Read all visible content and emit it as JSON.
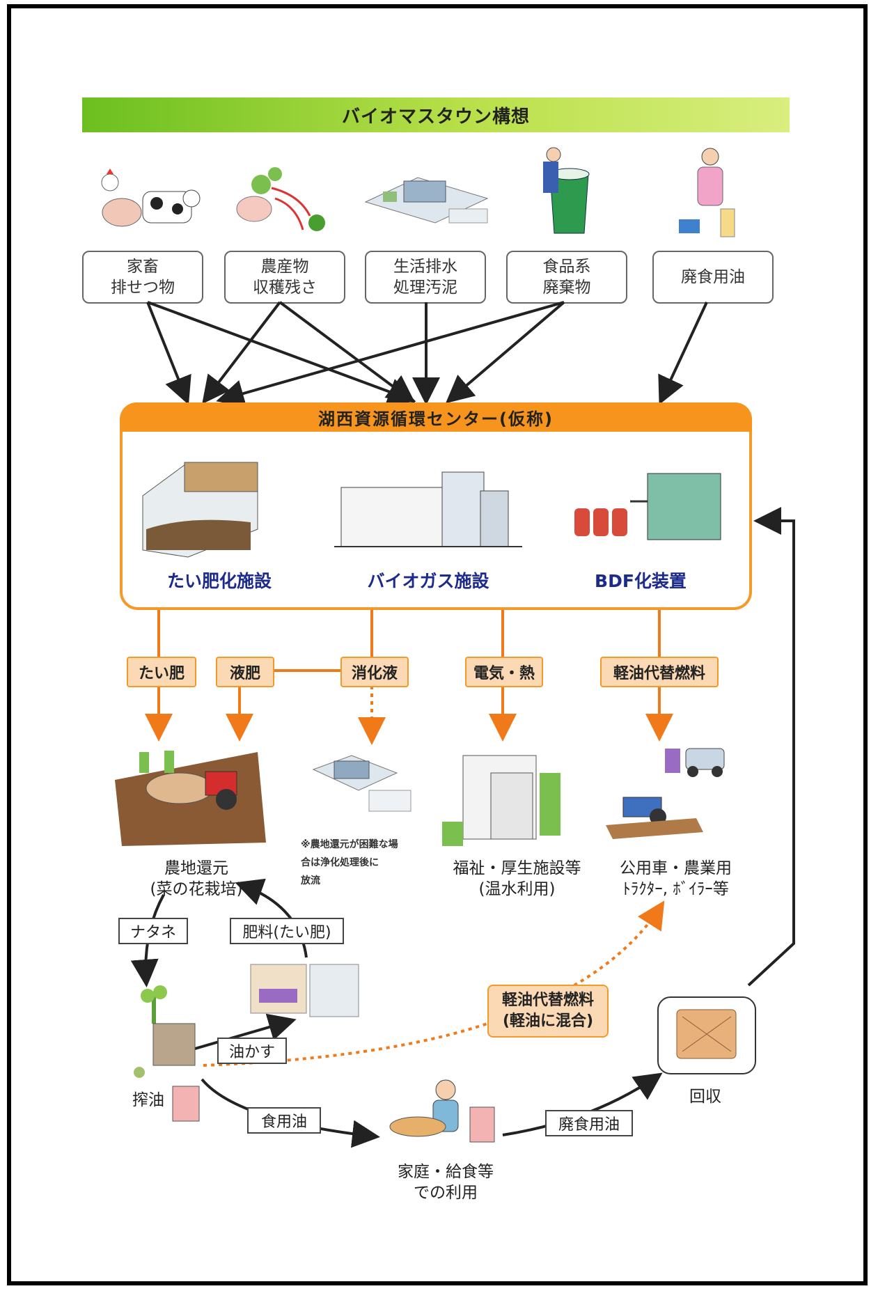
{
  "title": "バイオマスタウン構想",
  "sources": [
    {
      "line1": "家畜",
      "line2": "排せつ物"
    },
    {
      "line1": "農産物",
      "line2": "収穫残さ"
    },
    {
      "line1": "生活排水",
      "line2": "処理汚泥"
    },
    {
      "line1": "食品系",
      "line2": "廃棄物"
    },
    {
      "line1": "廃食用油",
      "line2": ""
    }
  ],
  "center": {
    "title": "湖西資源循環センター(仮称)",
    "facilities": [
      "たい肥化施設",
      "バイオガス施設",
      "BDF化装置"
    ]
  },
  "outputs": [
    "たい肥",
    "液肥",
    "消化液",
    "電気・熱",
    "軽油代替燃料"
  ],
  "uses": {
    "farmland": {
      "line1": "農地還元",
      "line2": "(菜の花栽培)"
    },
    "note": {
      "line1": "※農地還元が困難な場",
      "line2": "合は浄化処理後に",
      "line3": "放流"
    },
    "welfare": {
      "line1": "福祉・厚生施設等",
      "line2": "(温水利用)"
    },
    "vehicles": {
      "line1": "公用車・農業用",
      "line2": "ﾄﾗｸﾀｰ, ﾎﾞｲﾗｰ等"
    }
  },
  "cycle": {
    "natane": "ナタネ",
    "fertilizer": "肥料(たい肥)",
    "pressing": "搾油",
    "oil_cake": "油かす",
    "edible_oil": "食用油",
    "fuel_mix": {
      "line1": "軽油代替燃料",
      "line2": "(軽油に混合)"
    },
    "waste_oil": "廃食用油",
    "collection": "回収",
    "household": {
      "line1": "家庭・給食等",
      "line2": "での利用"
    }
  },
  "colors": {
    "orange": "#f7941d",
    "green": "#7dc52a",
    "navy": "#1b2a8c"
  }
}
